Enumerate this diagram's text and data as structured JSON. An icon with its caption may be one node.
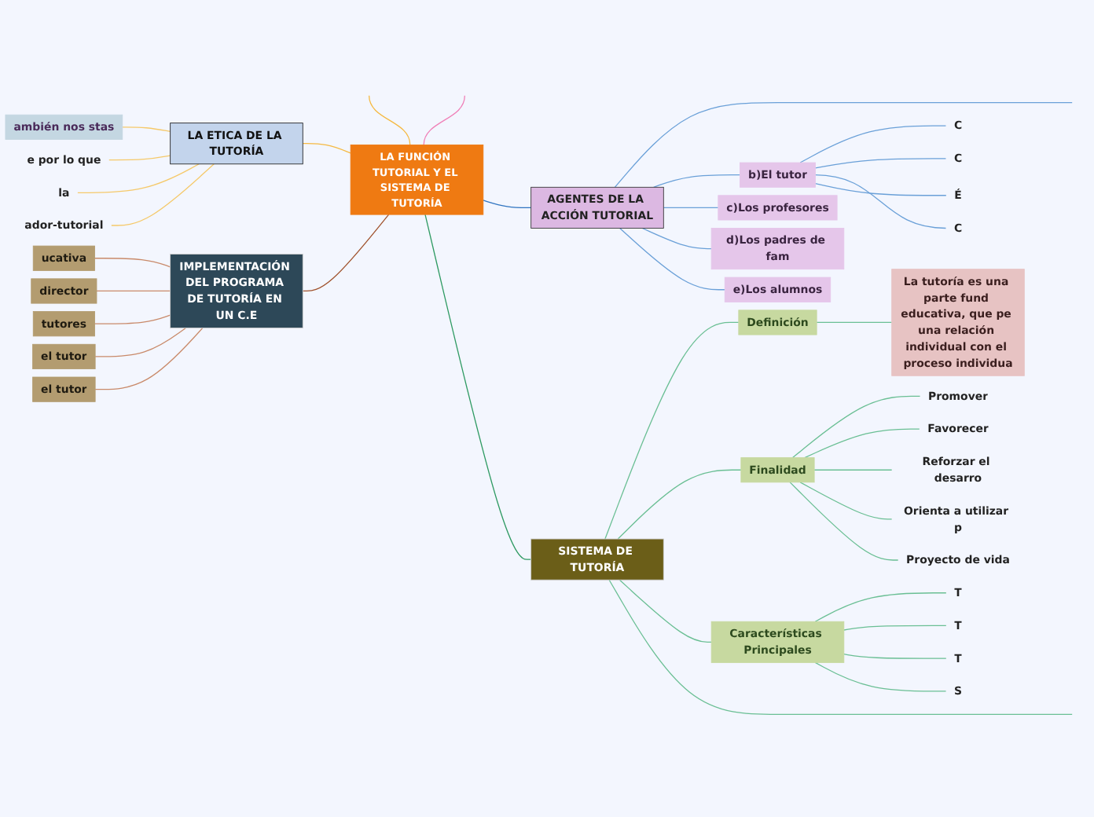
{
  "diagram": {
    "nodes": [
      {
        "text": [
          "LA FUNCIÓN TUTORIAL Y EL SISTEMA DE TUTORÍA"
        ]
      },
      {
        "text": [
          "LA ETICA DE LA TUTORÍA"
        ]
      },
      {
        "text": [
          "ambién nos stas"
        ]
      },
      {
        "text": [
          "e por lo que"
        ]
      },
      {
        "text": [
          "la"
        ]
      },
      {
        "text": [
          "ador-tutorial"
        ]
      },
      {
        "text": [
          "AGENTES DE LA ACCIÓN TUTORIAL"
        ]
      },
      {
        "text": [
          "b)El tutor"
        ]
      },
      {
        "text": [
          "C"
        ]
      },
      {
        "text": [
          "C"
        ]
      },
      {
        "text": [
          "É"
        ]
      },
      {
        "text": [
          "C"
        ]
      },
      {
        "text": [
          "c)Los profesores"
        ]
      },
      {
        "text": [
          "d)Los padres de fam"
        ]
      },
      {
        "text": [
          "e)Los alumnos"
        ]
      },
      {
        "text": [
          "SISTEMA DE TUTORÍA"
        ]
      },
      {
        "text": [
          "Definición"
        ]
      },
      {
        "text": [
          "La tutoría es una parte fund educativa, que pe una relación individual con el proceso individua"
        ]
      },
      {
        "text": [
          "Finalidad"
        ]
      },
      {
        "text": [
          "Promover"
        ]
      },
      {
        "text": [
          "Favorecer"
        ]
      },
      {
        "text": [
          "Reforzar el desarro"
        ]
      },
      {
        "text": [
          "Orienta a utilizar p"
        ]
      },
      {
        "text": [
          "Proyecto de vida"
        ]
      },
      {
        "text": [
          "Características Principales"
        ]
      },
      {
        "text": [
          "T"
        ]
      },
      {
        "text": [
          "T"
        ]
      },
      {
        "text": [
          "T"
        ]
      },
      {
        "text": [
          "S"
        ]
      },
      {
        "text": [
          "IMPLEMENTACIÓN DEL PROGRAMA DE TUTORÍA EN UN C.E"
        ]
      },
      {
        "text": [
          "ucativa"
        ]
      },
      {
        "text": [
          "director"
        ]
      },
      {
        "text": [
          "tutores"
        ]
      },
      {
        "text": [
          "el tutor"
        ]
      },
      {
        "text": [
          "el tutor"
        ]
      }
    ],
    "edges": [
      {
        "from": 0,
        "to": 1,
        "arrow": "none",
        "color": "#f5b942"
      },
      {
        "from": 0,
        "to": null,
        "arrow": "none",
        "color": "#f5b942"
      },
      {
        "from": 0,
        "to": null,
        "arrow": "none",
        "color": "#f080b8"
      },
      {
        "from": 0,
        "to": 6,
        "arrow": "none",
        "color": "#2f74c0"
      },
      {
        "from": 0,
        "to": 15,
        "arrow": "none",
        "color": "#2e9a62"
      },
      {
        "from": 0,
        "to": 29,
        "arrow": "none",
        "color": "#a0522d"
      },
      {
        "from": 1,
        "to": 2,
        "arrow": "none",
        "color": "#f5c96a"
      },
      {
        "from": 1,
        "to": 3,
        "arrow": "none",
        "color": "#f5c96a"
      },
      {
        "from": 1,
        "to": 4,
        "arrow": "none",
        "color": "#f5c96a"
      },
      {
        "from": 1,
        "to": 5,
        "arrow": "none",
        "color": "#f5c96a"
      },
      {
        "from": 6,
        "to": null,
        "arrow": "none",
        "color": "#6aa0d8"
      },
      {
        "from": 6,
        "to": 7,
        "arrow": "none",
        "color": "#6aa0d8"
      },
      {
        "from": 7,
        "to": 8,
        "arrow": "none",
        "color": "#6aa0d8"
      },
      {
        "from": 7,
        "to": 9,
        "arrow": "none",
        "color": "#6aa0d8"
      },
      {
        "from": 7,
        "to": 10,
        "arrow": "none",
        "color": "#6aa0d8"
      },
      {
        "from": 7,
        "to": 11,
        "arrow": "none",
        "color": "#6aa0d8"
      },
      {
        "from": 6,
        "to": 12,
        "arrow": "none",
        "color": "#6aa0d8"
      },
      {
        "from": 6,
        "to": 13,
        "arrow": "none",
        "color": "#6aa0d8"
      },
      {
        "from": 6,
        "to": 14,
        "arrow": "none",
        "color": "#6aa0d8"
      },
      {
        "from": 15,
        "to": 16,
        "arrow": "none",
        "color": "#6abf94"
      },
      {
        "from": 16,
        "to": 17,
        "arrow": "none",
        "color": "#6abf94"
      },
      {
        "from": 15,
        "to": 18,
        "arrow": "none",
        "color": "#6abf94"
      },
      {
        "from": 18,
        "to": 19,
        "arrow": "none",
        "color": "#6abf94"
      },
      {
        "from": 18,
        "to": 20,
        "arrow": "none",
        "color": "#6abf94"
      },
      {
        "from": 18,
        "to": 21,
        "arrow": "none",
        "color": "#6abf94"
      },
      {
        "from": 18,
        "to": 22,
        "arrow": "none",
        "color": "#6abf94"
      },
      {
        "from": 18,
        "to": 23,
        "arrow": "none",
        "color": "#6abf94"
      },
      {
        "from": 15,
        "to": 24,
        "arrow": "none",
        "color": "#6abf94"
      },
      {
        "from": 24,
        "to": 25,
        "arrow": "none",
        "color": "#6abf94"
      },
      {
        "from": 24,
        "to": 26,
        "arrow": "none",
        "color": "#6abf94"
      },
      {
        "from": 24,
        "to": 27,
        "arrow": "none",
        "color": "#6abf94"
      },
      {
        "from": 24,
        "to": 28,
        "arrow": "none",
        "color": "#6abf94"
      },
      {
        "from": 15,
        "to": null,
        "arrow": "none",
        "color": "#6abf94"
      },
      {
        "from": 29,
        "to": 30,
        "arrow": "none",
        "color": "#c98a6a"
      },
      {
        "from": 29,
        "to": 31,
        "arrow": "none",
        "color": "#c98a6a"
      },
      {
        "from": 29,
        "to": 32,
        "arrow": "none",
        "color": "#c98a6a"
      },
      {
        "from": 29,
        "to": 33,
        "arrow": "none",
        "color": "#c98a6a"
      },
      {
        "from": 29,
        "to": 34,
        "arrow": "none",
        "color": "#c98a6a"
      }
    ]
  }
}
